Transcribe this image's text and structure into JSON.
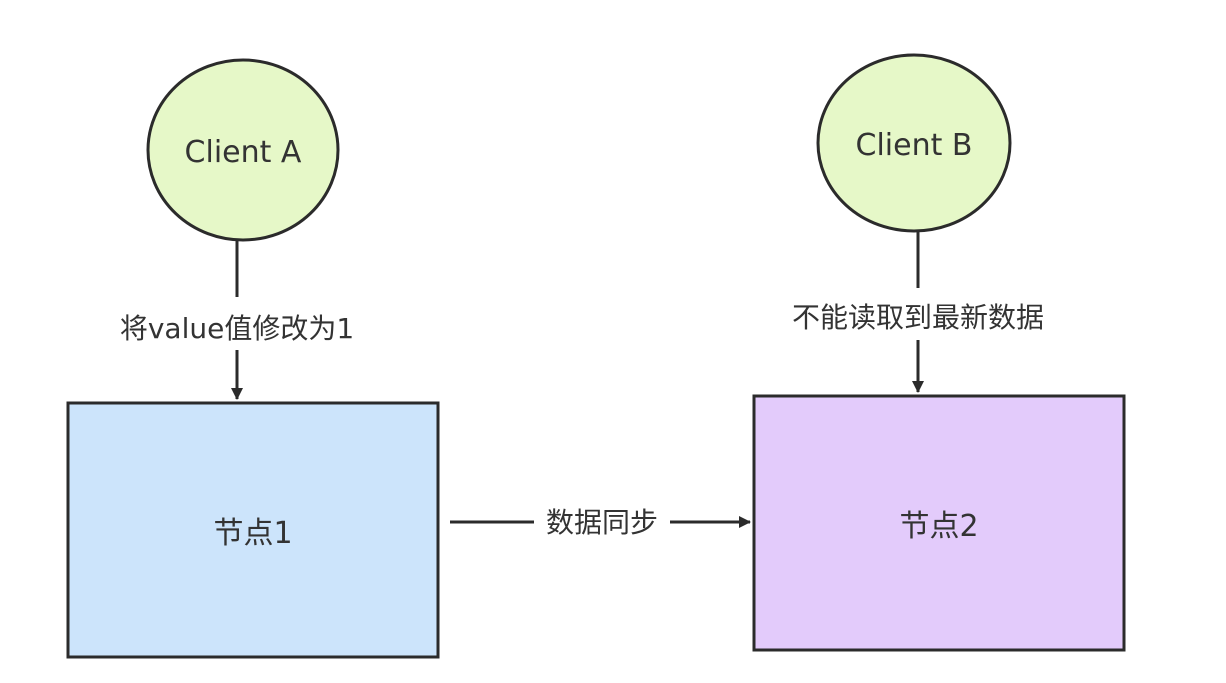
{
  "diagram": {
    "colors": {
      "client_fill": "#e6f8c8",
      "node1_fill": "#cce4fb",
      "node2_fill": "#e3cbfb",
      "stroke": "#2b2b2b",
      "text": "#333333"
    },
    "nodes": {
      "client_a": {
        "label": "Client A",
        "shape": "circle"
      },
      "client_b": {
        "label": "Client B",
        "shape": "circle"
      },
      "node1": {
        "label": "节点1",
        "shape": "rectangle"
      },
      "node2": {
        "label": "节点2",
        "shape": "rectangle"
      }
    },
    "edges": {
      "client_a_to_node1": {
        "label": "将value值修改为1"
      },
      "client_b_to_node2": {
        "label": "不能读取到最新数据"
      },
      "node1_to_node2": {
        "label": "数据同步"
      }
    }
  }
}
